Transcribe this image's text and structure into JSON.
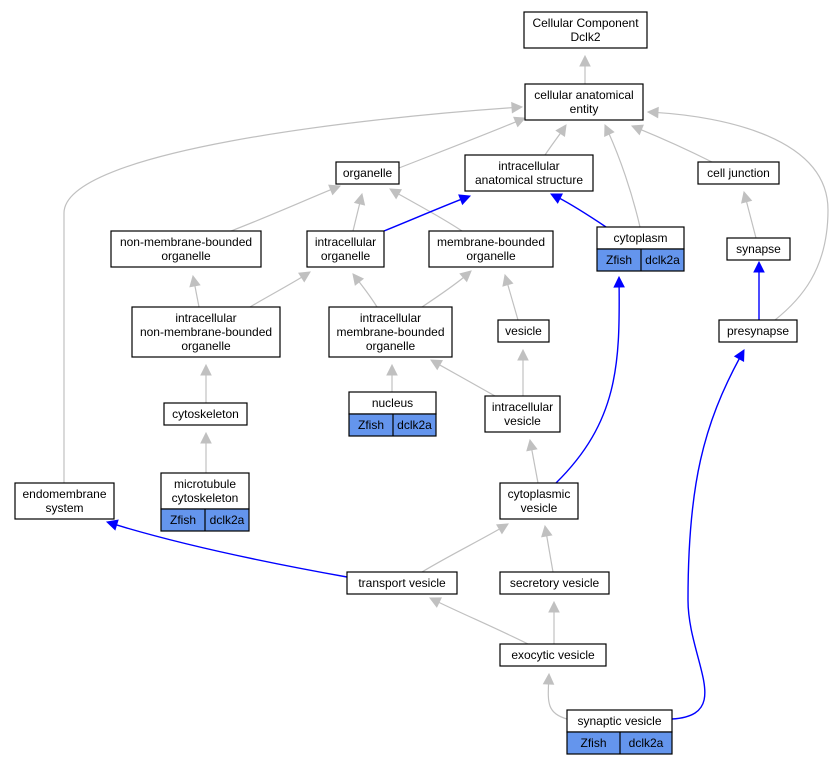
{
  "diagram": {
    "type": "go-term-graph",
    "colors": {
      "inferred_edge": "#c0c0c0",
      "direct_edge": "#0000ff",
      "annotation_fill": "#6495ed",
      "node_fill": "#ffffff",
      "node_border": "#000000"
    },
    "nodes": [
      {
        "id": "root",
        "lines": [
          "Cellular Component",
          "Dclk2"
        ]
      },
      {
        "id": "cae",
        "lines": [
          "cellular anatomical",
          "entity"
        ]
      },
      {
        "id": "organelle",
        "lines": [
          "organelle"
        ]
      },
      {
        "id": "ias",
        "lines": [
          "intracellular",
          "anatomical structure"
        ]
      },
      {
        "id": "celljunction",
        "lines": [
          "cell junction"
        ]
      },
      {
        "id": "nmbo",
        "lines": [
          "non-membrane-bounded",
          "organelle"
        ]
      },
      {
        "id": "io",
        "lines": [
          "intracellular",
          "organelle"
        ]
      },
      {
        "id": "mbo",
        "lines": [
          "membrane-bounded",
          "organelle"
        ]
      },
      {
        "id": "cytoplasm",
        "lines": [
          "cytoplasm"
        ],
        "annotation": {
          "species": "Zfish",
          "gene": "dclk2a"
        }
      },
      {
        "id": "synapse",
        "lines": [
          "synapse"
        ]
      },
      {
        "id": "inmbo",
        "lines": [
          "intracellular",
          "non-membrane-bounded",
          "organelle"
        ]
      },
      {
        "id": "imbo",
        "lines": [
          "intracellular",
          "membrane-bounded",
          "organelle"
        ]
      },
      {
        "id": "vesicle",
        "lines": [
          "vesicle"
        ]
      },
      {
        "id": "presynapse",
        "lines": [
          "presynapse"
        ]
      },
      {
        "id": "cytoskeleton",
        "lines": [
          "cytoskeleton"
        ]
      },
      {
        "id": "nucleus",
        "lines": [
          "nucleus"
        ],
        "annotation": {
          "species": "Zfish",
          "gene": "dclk2a"
        }
      },
      {
        "id": "ivesicle",
        "lines": [
          "intracellular",
          "vesicle"
        ]
      },
      {
        "id": "mtcyto",
        "lines": [
          "microtubule",
          "cytoskeleton"
        ],
        "annotation": {
          "species": "Zfish",
          "gene": "dclk2a"
        }
      },
      {
        "id": "endomembrane",
        "lines": [
          "endomembrane",
          "system"
        ]
      },
      {
        "id": "cytovesicle",
        "lines": [
          "cytoplasmic",
          "vesicle"
        ]
      },
      {
        "id": "transport",
        "lines": [
          "transport vesicle"
        ]
      },
      {
        "id": "secretory",
        "lines": [
          "secretory vesicle"
        ]
      },
      {
        "id": "exocytic",
        "lines": [
          "exocytic vesicle"
        ]
      },
      {
        "id": "synvesicle",
        "lines": [
          "synaptic vesicle"
        ],
        "annotation": {
          "species": "Zfish",
          "gene": "dclk2a"
        }
      }
    ],
    "edges": [
      {
        "from": "cae",
        "to": "root",
        "kind": "inferred"
      },
      {
        "from": "organelle",
        "to": "cae",
        "kind": "inferred"
      },
      {
        "from": "ias",
        "to": "cae",
        "kind": "inferred"
      },
      {
        "from": "cytoplasm",
        "to": "cae",
        "kind": "inferred"
      },
      {
        "from": "celljunction",
        "to": "cae",
        "kind": "inferred"
      },
      {
        "from": "endomembrane",
        "to": "cae",
        "kind": "inferred"
      },
      {
        "from": "presynapse",
        "to": "cae",
        "kind": "inferred"
      },
      {
        "from": "nmbo",
        "to": "organelle",
        "kind": "inferred"
      },
      {
        "from": "io",
        "to": "organelle",
        "kind": "inferred"
      },
      {
        "from": "mbo",
        "to": "organelle",
        "kind": "inferred"
      },
      {
        "from": "io",
        "to": "ias",
        "kind": "direct"
      },
      {
        "from": "cytoplasm",
        "to": "ias",
        "kind": "direct"
      },
      {
        "from": "synapse",
        "to": "celljunction",
        "kind": "inferred"
      },
      {
        "from": "inmbo",
        "to": "nmbo",
        "kind": "inferred"
      },
      {
        "from": "inmbo",
        "to": "io",
        "kind": "inferred"
      },
      {
        "from": "imbo",
        "to": "io",
        "kind": "inferred"
      },
      {
        "from": "imbo",
        "to": "mbo",
        "kind": "inferred"
      },
      {
        "from": "vesicle",
        "to": "mbo",
        "kind": "inferred"
      },
      {
        "from": "presynapse",
        "to": "synapse",
        "kind": "direct"
      },
      {
        "from": "cytoskeleton",
        "to": "inmbo",
        "kind": "inferred"
      },
      {
        "from": "nucleus",
        "to": "imbo",
        "kind": "inferred"
      },
      {
        "from": "ivesicle",
        "to": "imbo",
        "kind": "inferred"
      },
      {
        "from": "ivesicle",
        "to": "vesicle",
        "kind": "inferred"
      },
      {
        "from": "mtcyto",
        "to": "cytoskeleton",
        "kind": "inferred"
      },
      {
        "from": "cytovesicle",
        "to": "ivesicle",
        "kind": "inferred"
      },
      {
        "from": "cytovesicle",
        "to": "cytoplasm",
        "kind": "direct"
      },
      {
        "from": "transport",
        "to": "endomembrane",
        "kind": "direct"
      },
      {
        "from": "transport",
        "to": "cytovesicle",
        "kind": "inferred"
      },
      {
        "from": "secretory",
        "to": "cytovesicle",
        "kind": "inferred"
      },
      {
        "from": "exocytic",
        "to": "transport",
        "kind": "inferred"
      },
      {
        "from": "exocytic",
        "to": "secretory",
        "kind": "inferred"
      },
      {
        "from": "synvesicle",
        "to": "exocytic",
        "kind": "inferred"
      },
      {
        "from": "synvesicle",
        "to": "presynapse",
        "kind": "direct"
      }
    ]
  }
}
